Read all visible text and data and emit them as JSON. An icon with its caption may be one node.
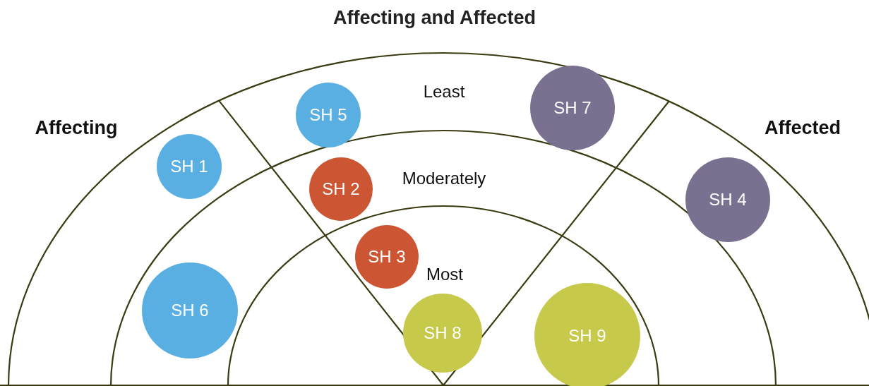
{
  "diagram": {
    "title": "Affecting and Affected",
    "nodes": [
      {
        "text": [
          "SH 5"
        ]
      },
      {
        "text": [
          "SH 7"
        ]
      },
      {
        "text": [
          "SH 1"
        ]
      },
      {
        "text": [
          "SH 2"
        ]
      },
      {
        "text": [
          "SH 4"
        ]
      },
      {
        "text": [
          "SH 3"
        ]
      },
      {
        "text": [
          "SH 6"
        ]
      },
      {
        "text": [
          "SH 8"
        ]
      },
      {
        "text": [
          "SH 9"
        ]
      }
    ],
    "labels": [
      "Affecting",
      "Least",
      "Affected",
      "Moderately",
      "Most"
    ]
  }
}
